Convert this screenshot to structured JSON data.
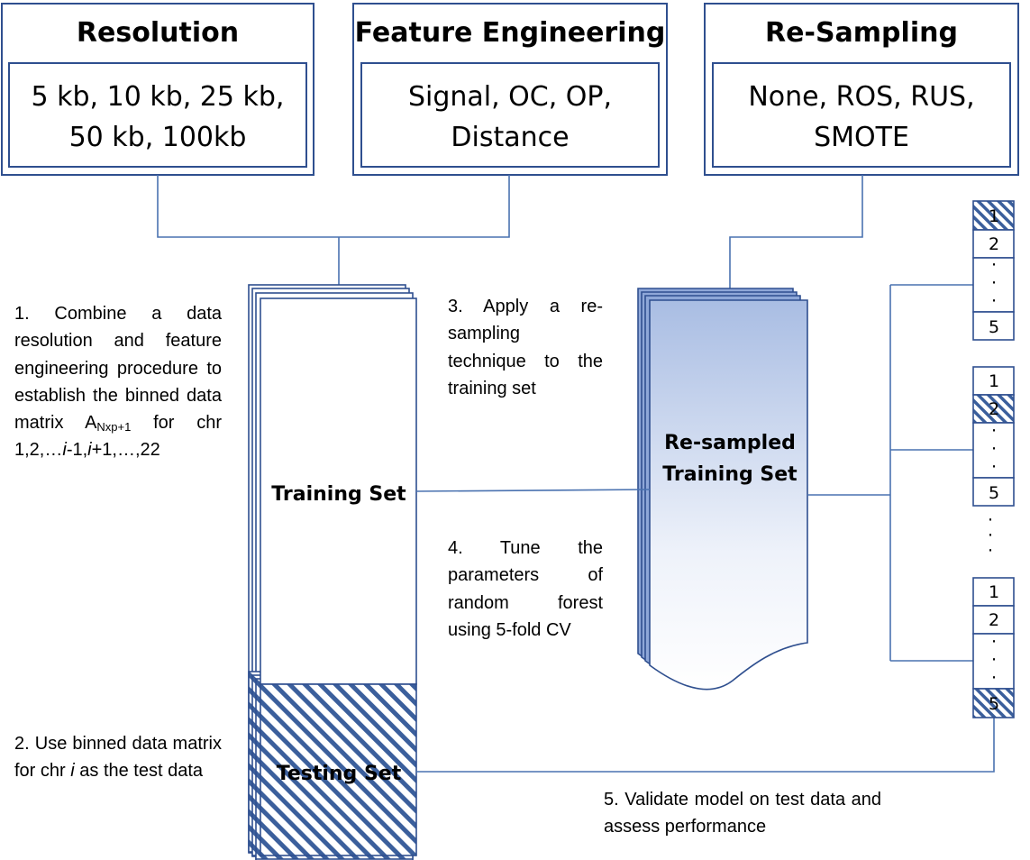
{
  "boxes": {
    "resolution": {
      "title": "Resolution",
      "line1": "5 kb, 10 kb, 25 kb,",
      "line2": "50 kb, 100kb"
    },
    "feature_engineering": {
      "title": "Feature Engineering",
      "line1": "Signal, OC, OP,",
      "line2": "Distance"
    },
    "resampling": {
      "title": "Re-Sampling",
      "line1": "None, ROS, RUS,",
      "line2": "SMOTE"
    }
  },
  "stacks": {
    "training_label": "Training Set",
    "testing_label": "Testing Set",
    "resampled_label_line1": "Re-sampled",
    "resampled_label_line2": "Training Set"
  },
  "folds": {
    "labels": [
      "1",
      "2",
      "5"
    ],
    "ellipsis": "·",
    "highlighted_fold_per_group": [
      1,
      2,
      5
    ]
  },
  "steps": {
    "step1": {
      "text_a": "1. Combine a data resolution and feature engineering procedure to establish the binned data matrix A",
      "subscript": "Nxp+1",
      "text_b": " for chr ",
      "chr_list_a": "1,2,…",
      "chr_i_1": "i",
      "chr_list_b": "-1,",
      "chr_i_2": "i",
      "chr_list_c": "+1,…,22"
    },
    "step2": {
      "text_a": "2. Use binned data matrix for chr ",
      "chr_i": "i",
      "text_b": " as the test data"
    },
    "step3": {
      "text": "3. Apply a re-sampling technique to the training set"
    },
    "step4": {
      "text": "4. Tune the parameters of random forest using 5-fold CV"
    },
    "step5": {
      "text": "5.  Validate model on test data and assess performance"
    }
  },
  "colors": {
    "primary": "#2f4f8f",
    "connector": "#4a72b0",
    "hatch": "#3b5f9c",
    "gradient_top": "#a9bde3",
    "gradient_bottom": "#ffffff"
  }
}
